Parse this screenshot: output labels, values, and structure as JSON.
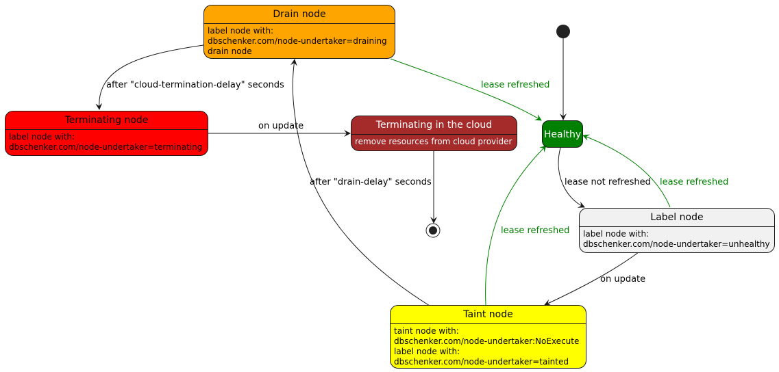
{
  "states": {
    "drain": {
      "title": "Drain node",
      "body": "label node with:\ndbschenker.com/node-undertaker=draining\ndrain node",
      "color": "#FFA500"
    },
    "terminating": {
      "title": "Terminating node",
      "body": "label node with:\ndbschenker.com/node-undertaker=terminating",
      "color": "#FF0000"
    },
    "cloud": {
      "title": "Terminating in the cloud",
      "body": "remove resources from cloud provider",
      "color": "#A52A2A"
    },
    "healthy": {
      "title": "Healthy",
      "color": "#008000"
    },
    "label": {
      "title": "Label node",
      "body": "label node with:\ndbschenker.com/node-undertaker=unhealthy",
      "color": "#F1F1F1"
    },
    "taint": {
      "title": "Taint node",
      "body": "taint node with:\ndbschenker.com/node-undertaker:NoExecute\nlabel node with:\ndbschenker.com/node-undertaker=tainted",
      "color": "#FFFF00"
    }
  },
  "transitions": {
    "drain_to_terminating": "after \"cloud-termination-delay\" seconds",
    "terminating_to_cloud": "on update",
    "drain_to_healthy": "lease refreshed",
    "taint_to_drain": "after \"drain-delay\" seconds",
    "healthy_to_label": "lease not refreshed",
    "label_to_healthy": "lease refreshed",
    "taint_to_healthy": "lease refreshed",
    "label_to_taint": "on update"
  },
  "colors": {
    "arrow": "#181818",
    "lease_arrow": "#008000"
  }
}
